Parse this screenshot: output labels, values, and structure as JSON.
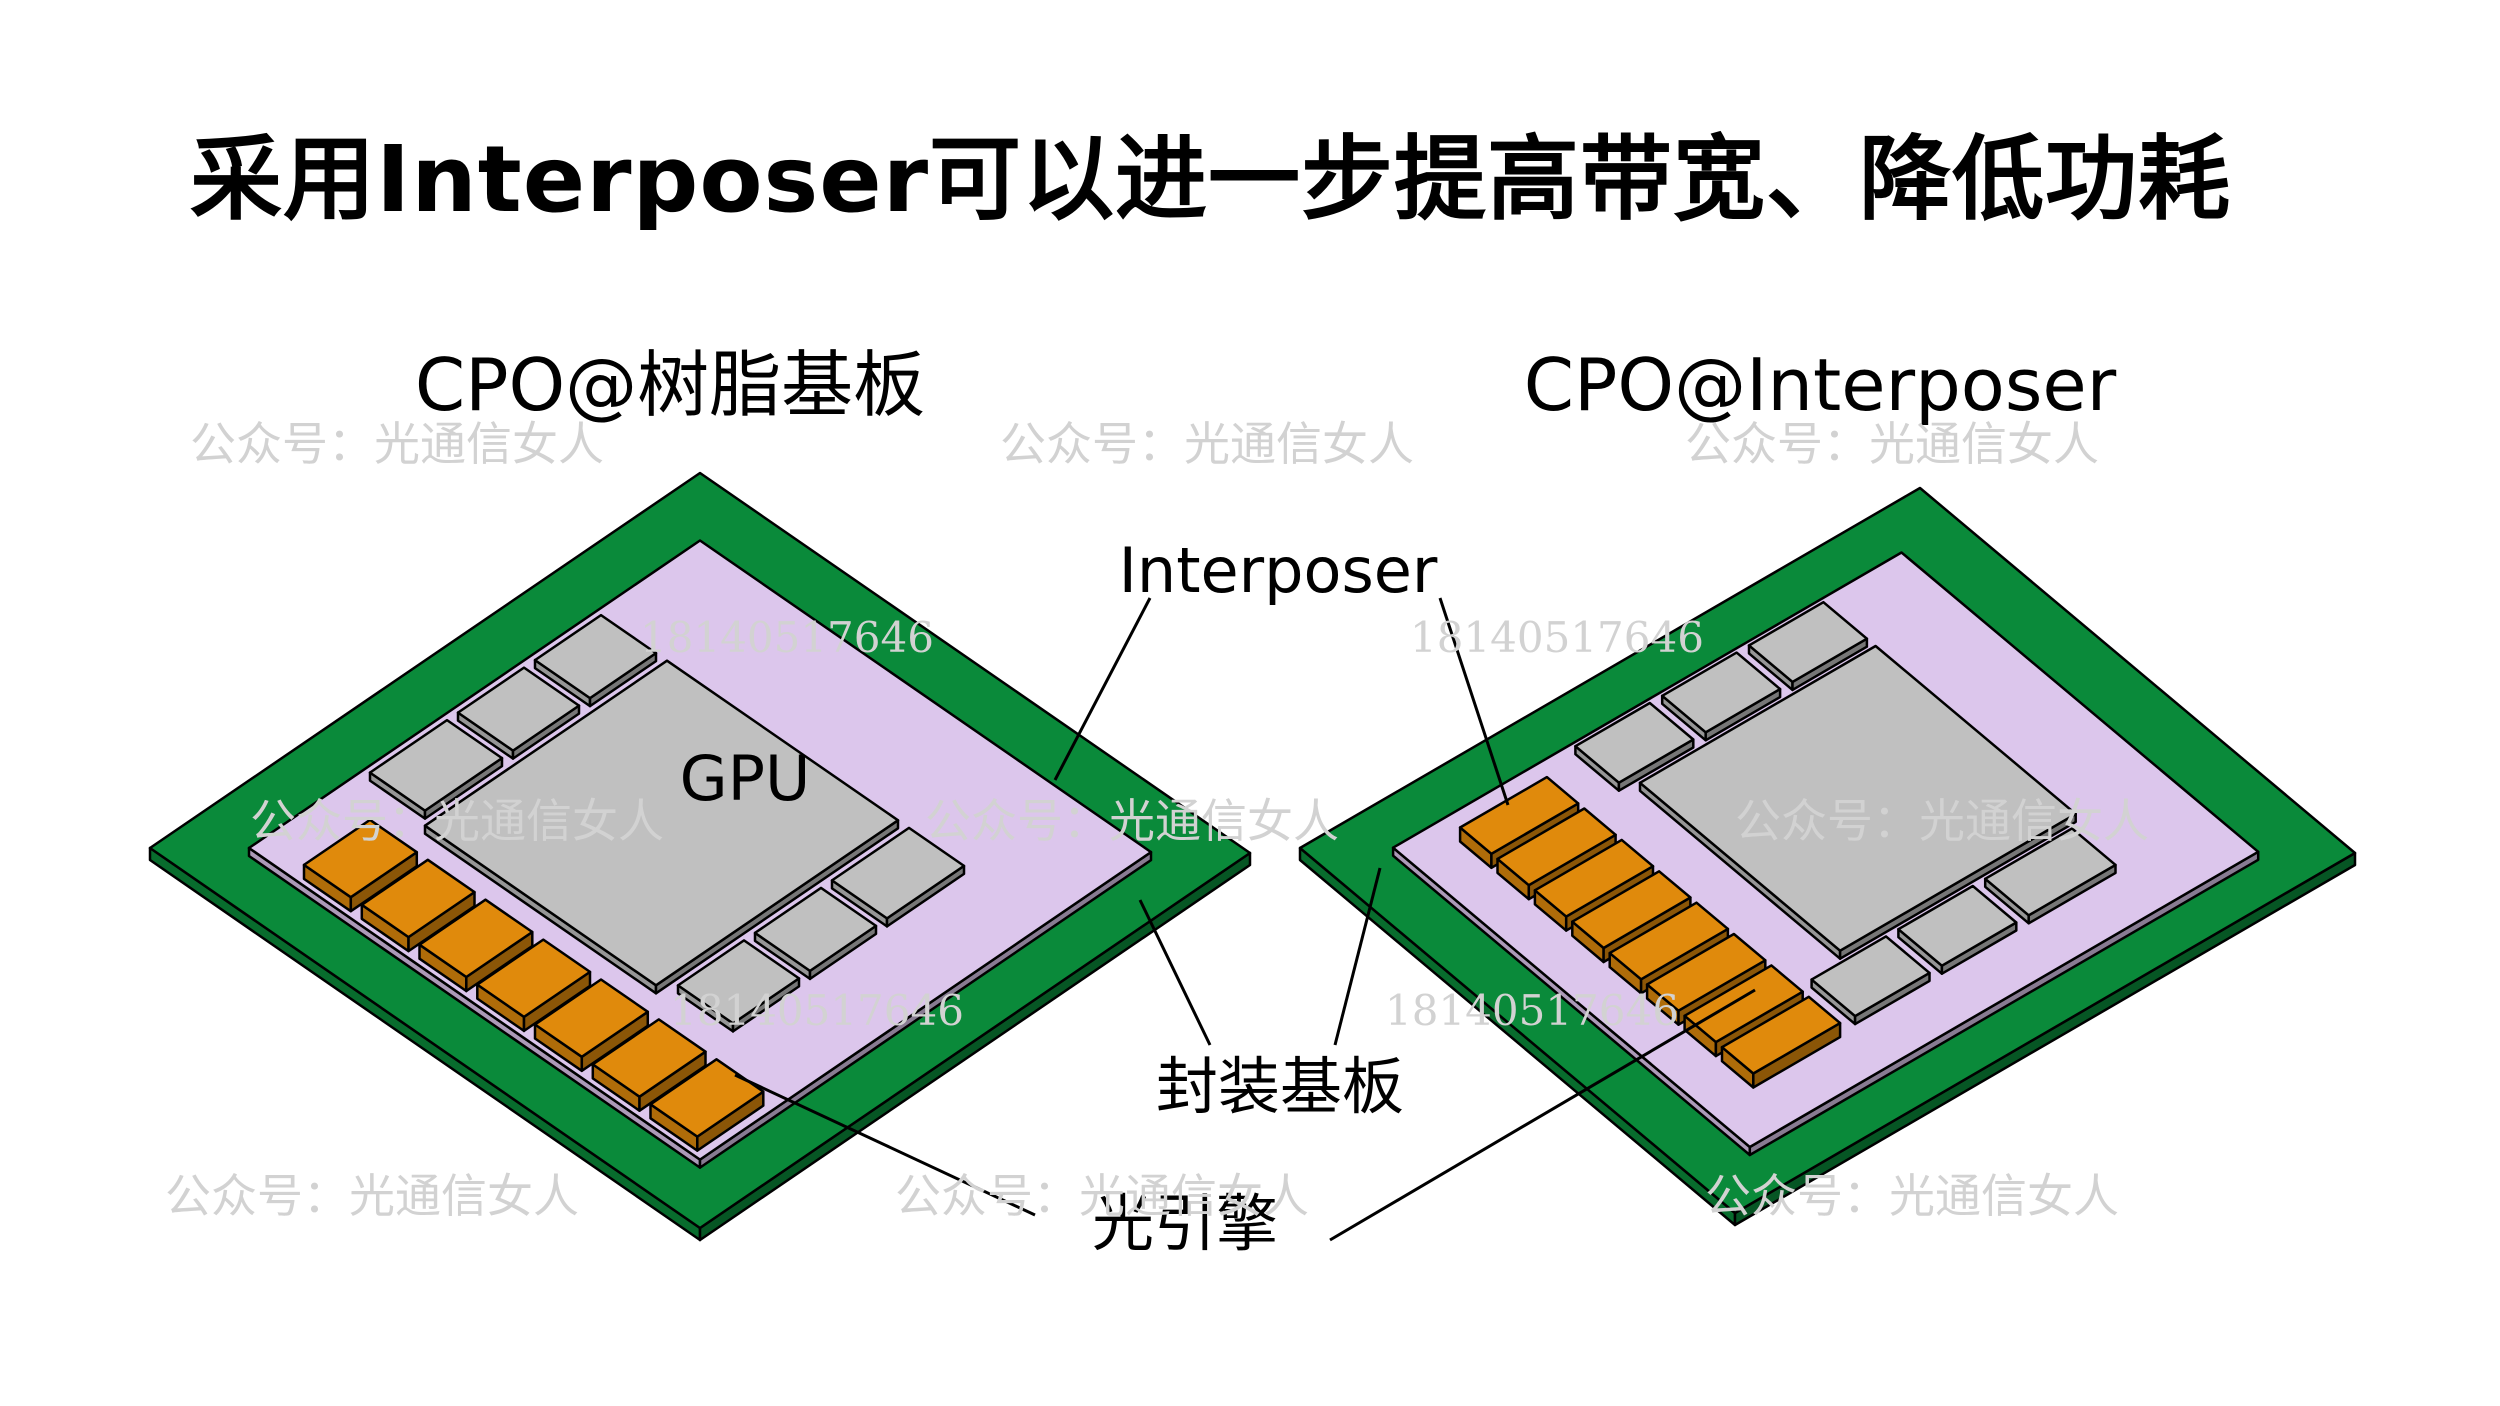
{
  "title": "采用Interposer可以进一步提高带宽、降低功耗",
  "diagrams": {
    "left": {
      "heading": "CPO@树脂基板",
      "chip_label": "GPU"
    },
    "right": {
      "heading": "CPO@Interposer"
    }
  },
  "callouts": {
    "interposer": "Interposer",
    "package_substrate": "封装基板",
    "optical_engine": "光引擎"
  },
  "watermarks": {
    "account": "公众号：光通信女人",
    "phone": "18140517646"
  },
  "colors": {
    "pcb_green": "#0a8a3a",
    "interposer_lavender": "#dcc6ec",
    "chip_gray": "#c0c0c0",
    "optical_engine_orange": "#e08a0c",
    "outline": "#000000"
  }
}
